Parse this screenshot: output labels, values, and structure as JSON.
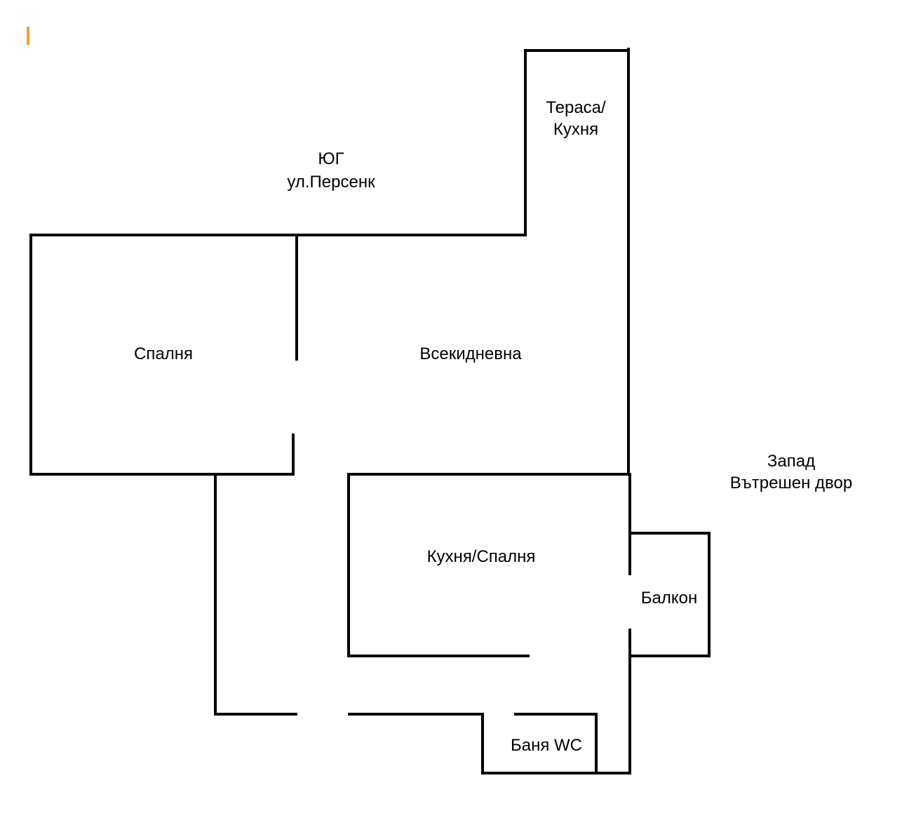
{
  "colors": {
    "wall": "#000000",
    "cursor": "#f0a040",
    "background": "#ffffff"
  },
  "labels": {
    "south_line1": "ЮГ",
    "south_line2": "ул.Персенк",
    "terrace_line1": "Тераса/",
    "terrace_line2": "Кухня",
    "bedroom": "Спалня",
    "living_room": "Всекидневна",
    "west_line1": "Запад",
    "west_line2": "Вътрешен двор",
    "kitchen_bedroom": "Кухня/Спалня",
    "balcony": "Балкон",
    "bathroom": "Баня WC"
  }
}
